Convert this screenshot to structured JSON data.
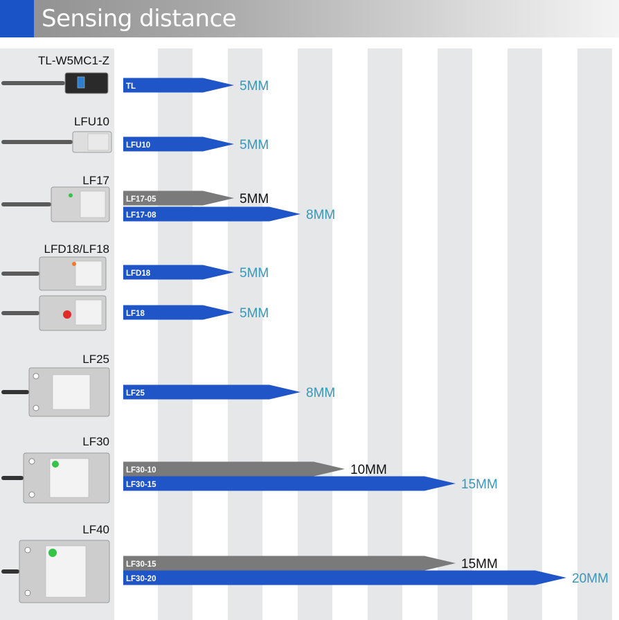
{
  "header": {
    "title": "Sensing distance"
  },
  "colors": {
    "primary_bar": "#1f55c7",
    "secondary_bar": "#7a7a7a",
    "primary_text": "#3a97b5",
    "secondary_text": "#111111",
    "header_accent": "#1a53c6"
  },
  "chart_data": {
    "type": "bar",
    "orientation": "horizontal",
    "unit": "MM",
    "xlim": [
      0,
      20
    ],
    "grid": "alternating vertical bands",
    "groups": [
      {
        "name": "TL-W5MC1-Z",
        "bars": [
          {
            "label": "TL",
            "value": 5,
            "value_text": "5MM",
            "style": "primary"
          }
        ]
      },
      {
        "name": "LFU10",
        "bars": [
          {
            "label": "LFU10",
            "value": 5,
            "value_text": "5MM",
            "style": "primary"
          }
        ]
      },
      {
        "name": "LF17",
        "bars": [
          {
            "label": "LF17-05",
            "value": 5,
            "value_text": "5MM",
            "style": "secondary"
          },
          {
            "label": "LF17-08",
            "value": 8,
            "value_text": "8MM",
            "style": "primary"
          }
        ]
      },
      {
        "name": "LFD18/LF18",
        "bars": [
          {
            "label": "LFD18",
            "value": 5,
            "value_text": "5MM",
            "style": "primary"
          },
          {
            "label": "LF18",
            "value": 5,
            "value_text": "5MM",
            "style": "primary"
          }
        ]
      },
      {
        "name": "LF25",
        "bars": [
          {
            "label": "LF25",
            "value": 8,
            "value_text": "8MM",
            "style": "primary"
          }
        ]
      },
      {
        "name": "LF30",
        "bars": [
          {
            "label": "LF30-10",
            "value": 10,
            "value_text": "10MM",
            "style": "secondary"
          },
          {
            "label": "LF30-15",
            "value": 15,
            "value_text": "15MM",
            "style": "primary"
          }
        ]
      },
      {
        "name": "LF40",
        "bars": [
          {
            "label": "LF30-15",
            "value": 15,
            "value_text": "15MM",
            "style": "secondary"
          },
          {
            "label": "LF30-20",
            "value": 20,
            "value_text": "20MM",
            "style": "primary"
          }
        ]
      }
    ]
  }
}
